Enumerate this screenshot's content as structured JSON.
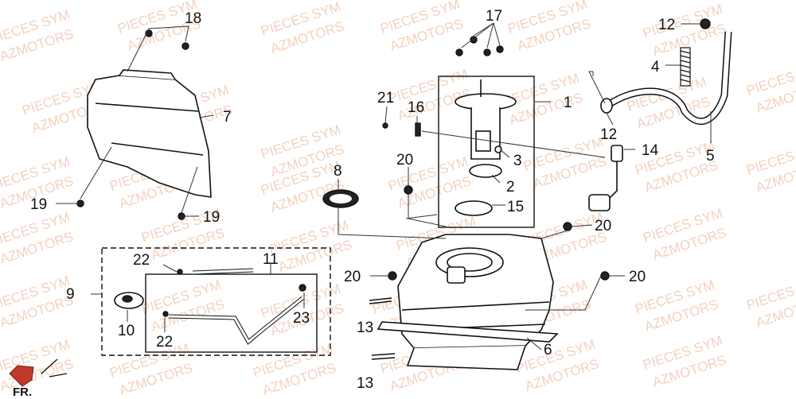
{
  "watermark": {
    "line1": "PIECES SYM",
    "line2": "AZMOTORS",
    "color": "#f2c9b4"
  },
  "callouts": [
    "1",
    "2",
    "3",
    "4",
    "5",
    "6",
    "7",
    "8",
    "9",
    "10",
    "11",
    "12",
    "12",
    "13",
    "13",
    "14",
    "15",
    "16",
    "17",
    "18",
    "19",
    "19",
    "20",
    "20",
    "20",
    "20",
    "21",
    "22",
    "22",
    "23"
  ],
  "logo": {
    "text": "FR.",
    "icon": "flag-logo-icon"
  },
  "colors": {
    "line": "#111111",
    "watermark": "#f2c9b4",
    "background": "#ffffff"
  }
}
